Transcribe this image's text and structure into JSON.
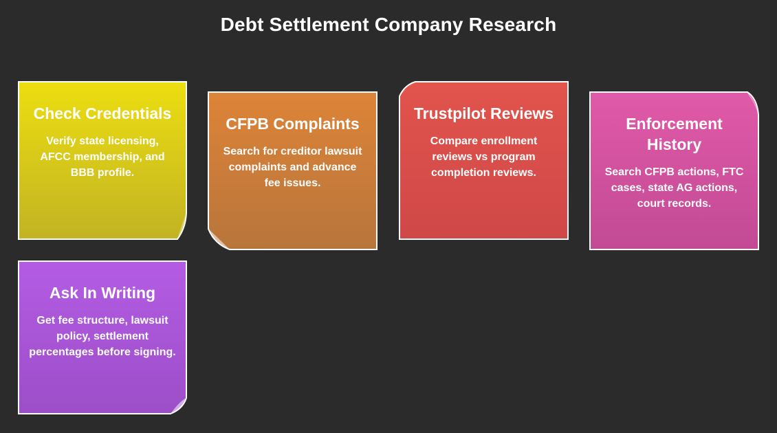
{
  "title": "Debt Settlement Company Research",
  "colors": {
    "background": "#2b2b2b",
    "card_check_credentials": [
      "#ecde10",
      "#c2b324"
    ],
    "card_cfpb_complaints": [
      "#dd8438",
      "#b8753b"
    ],
    "card_trustpilot_reviews": [
      "#e2544c",
      "#cf4848"
    ],
    "card_enforcement_history": [
      "#e05aa8",
      "#c24a94"
    ],
    "card_ask_in_writing": [
      "#b45ce4",
      "#9c4ec8"
    ],
    "card_border": "#ffffff"
  },
  "cards": [
    {
      "title": "Check Credentials",
      "body": "Verify state licensing, AFCC membership, and BBB profile."
    },
    {
      "title": "CFPB Complaints",
      "body": "Search for creditor lawsuit complaints and advance fee issues."
    },
    {
      "title": "Trustpilot Reviews",
      "body": "Compare enrollment reviews vs program completion reviews."
    },
    {
      "title": "Enforcement History",
      "body": "Search CFPB actions, FTC cases, state AG actions, court records."
    },
    {
      "title": "Ask In Writing",
      "body": "Get fee structure, lawsuit policy, settlement percentages before signing."
    }
  ]
}
